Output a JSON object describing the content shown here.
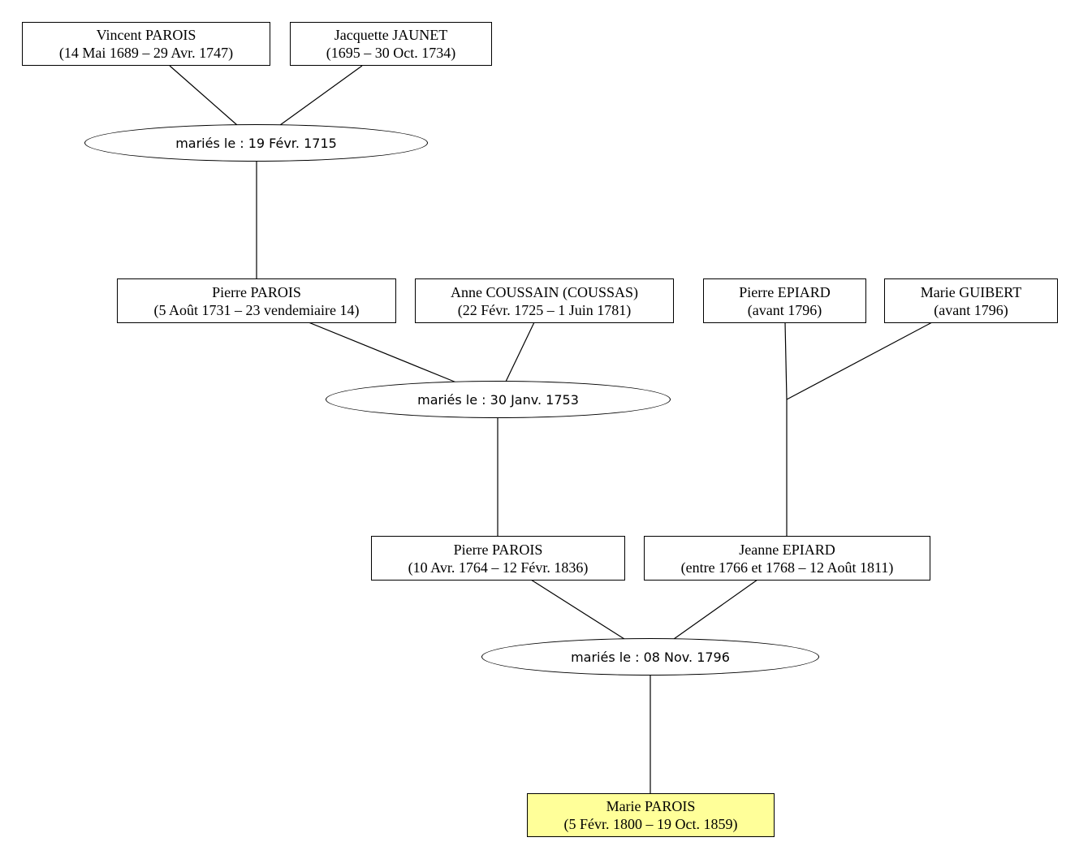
{
  "persons": {
    "vincent_parois": {
      "name": "Vincent PAROIS",
      "dates": "(14 Mai 1689 – 29 Avr. 1747)"
    },
    "jacquette_jaunet": {
      "name": "Jacquette JAUNET",
      "dates": "(1695 – 30 Oct. 1734)"
    },
    "pierre_parois_1731": {
      "name": "Pierre PAROIS",
      "dates": "(5 Août 1731 – 23 vendemiaire 14)"
    },
    "anne_coussain": {
      "name": "Anne COUSSAIN (COUSSAS)",
      "dates": "(22 Févr. 1725 – 1 Juin 1781)"
    },
    "pierre_epiard": {
      "name": "Pierre EPIARD",
      "dates": "(avant 1796)"
    },
    "marie_guibert": {
      "name": "Marie GUIBERT",
      "dates": "(avant 1796)"
    },
    "pierre_parois_1764": {
      "name": "Pierre PAROIS",
      "dates": "(10 Avr. 1764 – 12 Févr. 1836)"
    },
    "jeanne_epiard": {
      "name": "Jeanne EPIARD",
      "dates": "(entre 1766 et 1768 – 12 Août 1811)"
    },
    "marie_parois": {
      "name": "Marie PAROIS",
      "dates": "(5 Févr. 1800 – 19 Oct. 1859)"
    }
  },
  "unions": {
    "u1715": {
      "label": "mariés le : 19 Févr. 1715"
    },
    "u1753": {
      "label": "mariés le : 30 Janv. 1753"
    },
    "u1796": {
      "label": "mariés le : 08 Nov. 1796"
    }
  },
  "colors": {
    "focus_person_fill": "#ffff99",
    "node_fill": "#ffffff",
    "line": "#000000"
  }
}
